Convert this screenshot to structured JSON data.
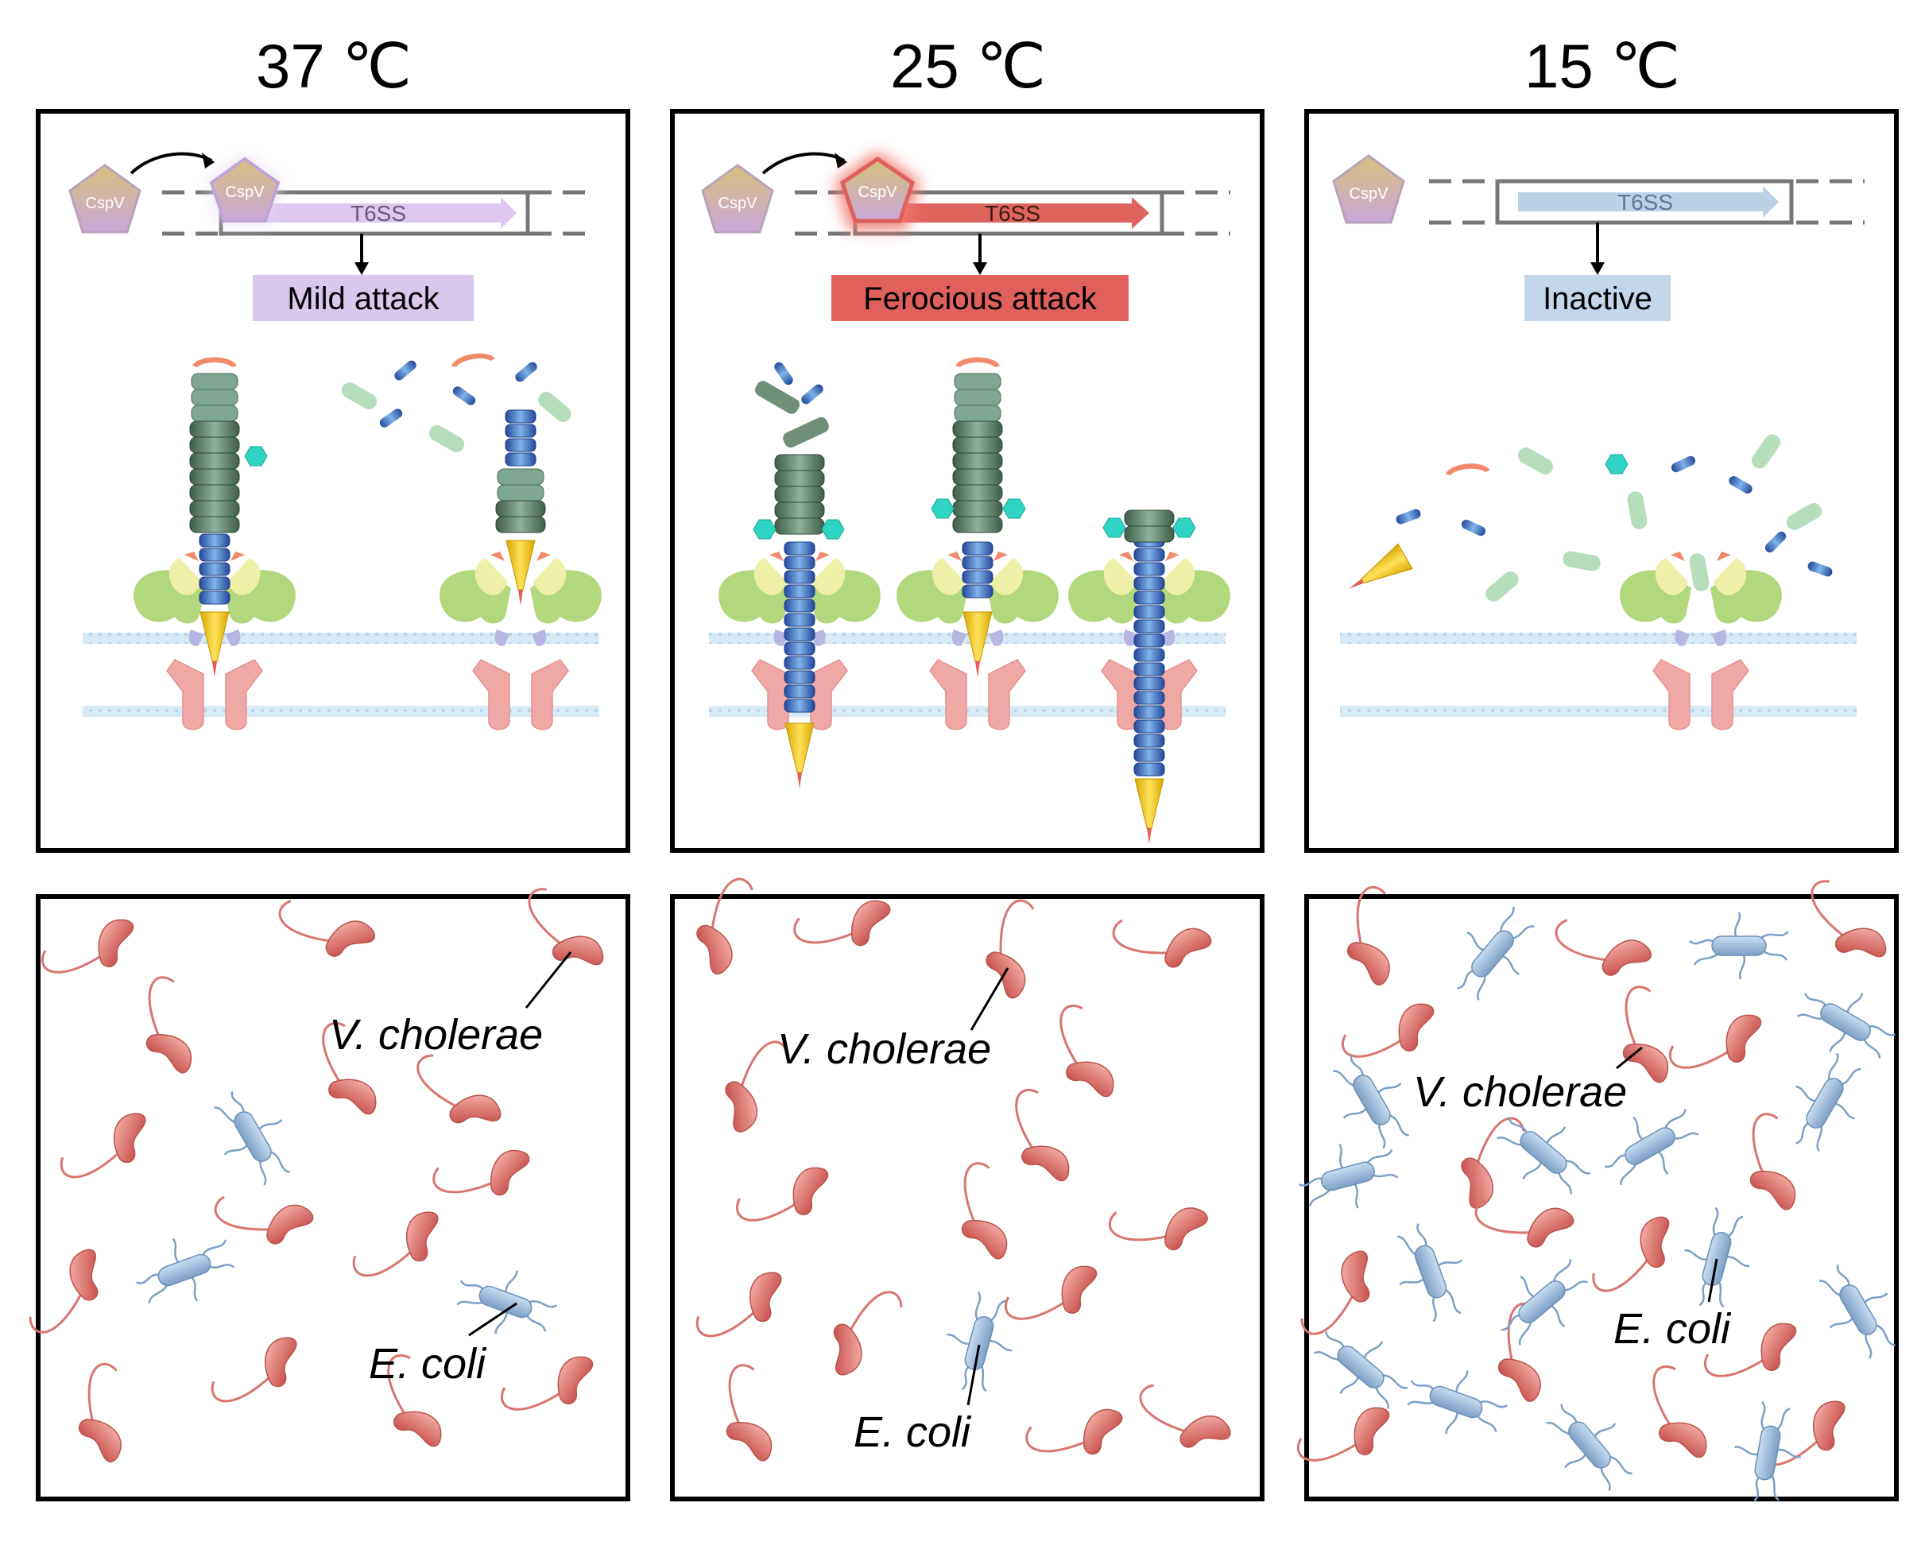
{
  "panels": [
    {
      "title": "37 ℃",
      "protein_label": "CspV",
      "gene_label": "T6SS",
      "status_label": "Mild attack",
      "vc_label": "V. cholerae",
      "ec_label": "E. coli",
      "colors": {
        "accent": "#d9c5ea",
        "arrow": "#ddc7ef",
        "badge": "#d9c8ec"
      }
    },
    {
      "title": "25 ℃",
      "protein_label": "CspV",
      "gene_label": "T6SS",
      "status_label": "Ferocious attack",
      "vc_label": "V. cholerae",
      "ec_label": "E. coli",
      "colors": {
        "accent": "#e0615b",
        "arrow": "#e0645e",
        "badge": "#e0605b"
      }
    },
    {
      "title": "15 ℃",
      "protein_label": "CspV",
      "gene_label": "T6SS",
      "status_label": "Inactive",
      "vc_label": "V. cholerae",
      "ec_label": "E. coli",
      "colors": {
        "accent": "#c3d5e8",
        "arrow": "#bcd0e6",
        "badge": "#c3d6ea"
      }
    }
  ],
  "colors": {
    "vibrio": "#d9756f",
    "ecoli": "#8fb0d2",
    "membrane": "#c6dff0",
    "pentagon": "#c8b28a"
  }
}
